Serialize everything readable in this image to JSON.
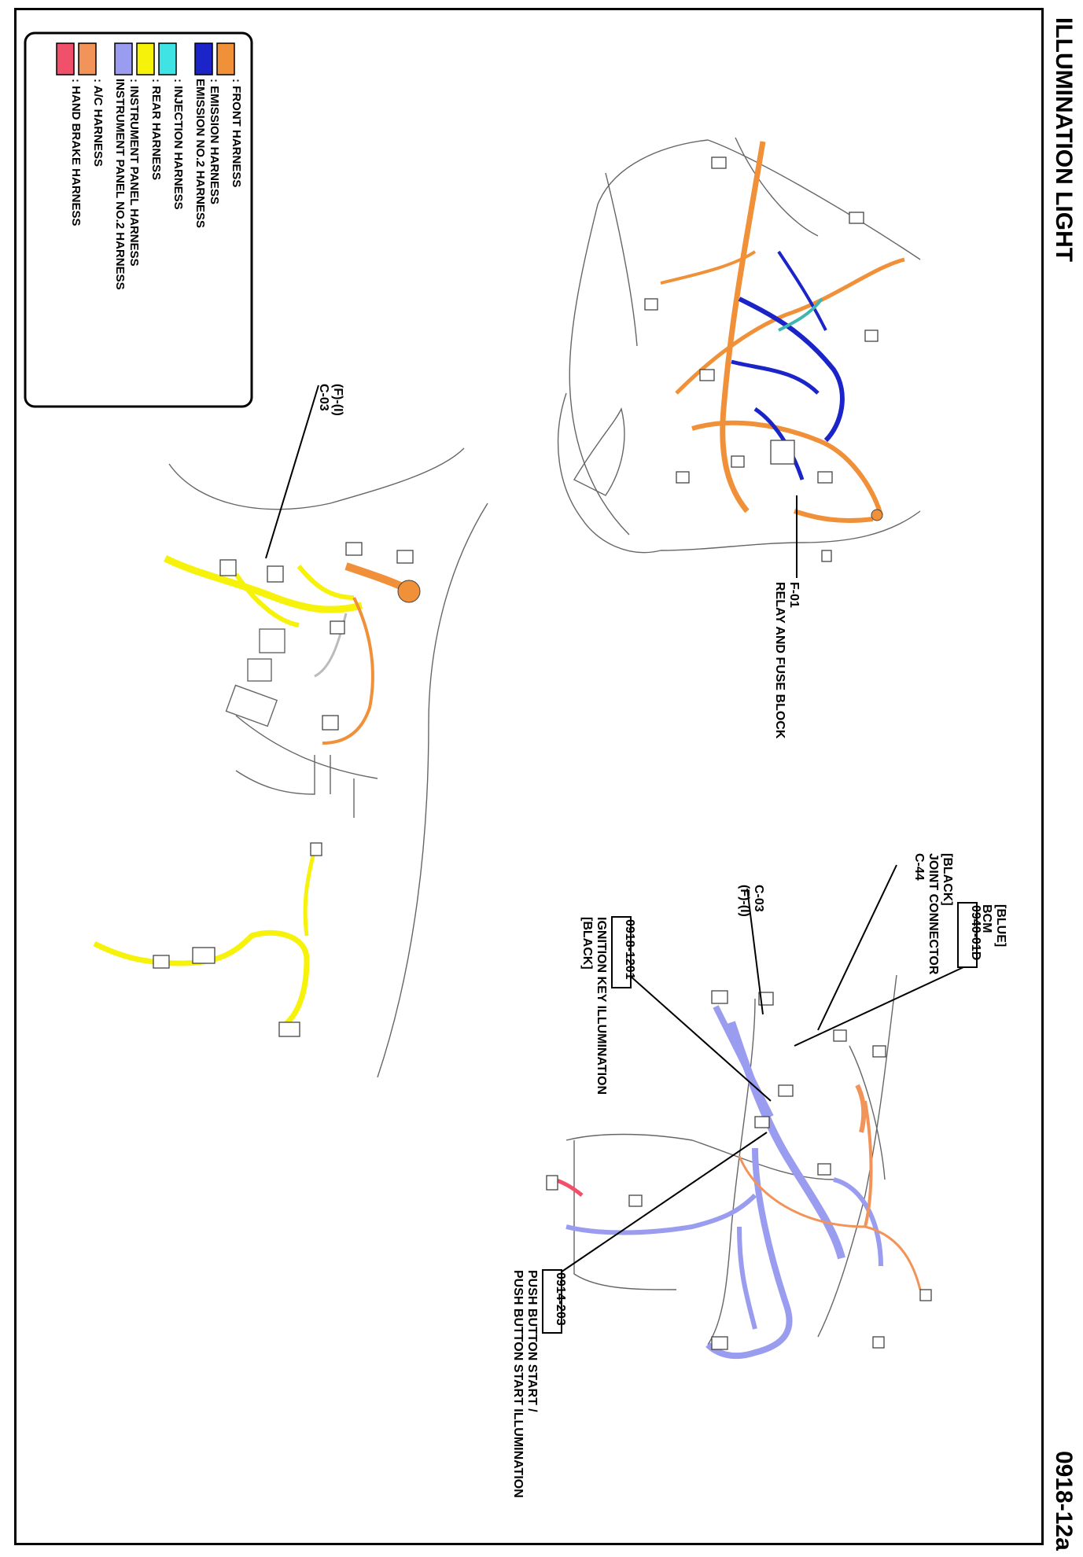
{
  "page": {
    "title": "ILLUMINATION LIGHT",
    "code": "0918-12a"
  },
  "legend": {
    "items": [
      {
        "color": "#f0913a",
        "lines": [
          ": FRONT HARNESS"
        ]
      },
      {
        "color": "#1a24c8",
        "lines": [
          ": EMISSION HARNESS",
          "  EMISSION NO.2 HARNESS"
        ]
      },
      {
        "color": "#3fe3e3",
        "lines": [
          ": INJECTION HARNESS"
        ]
      },
      {
        "color": "#f6f20a",
        "lines": [
          ": REAR HARNESS"
        ]
      },
      {
        "color": "#9a9cf0",
        "lines": [
          ": INSTRUMENT PANEL HARNESS",
          "  INSTRUMENT PANEL NO.2 HARNESS"
        ]
      },
      {
        "color": "#f29459",
        "lines": [
          ": A/C HARNESS"
        ]
      },
      {
        "color": "#f0506a",
        "lines": [
          ": HAND BRAKE HARNESS"
        ]
      }
    ]
  },
  "callouts": {
    "f01": {
      "code": "F-01",
      "name": "RELAY AND FUSE BLOCK"
    },
    "c03_floor": {
      "line1": "(F)-(I)",
      "line2": "C-03"
    },
    "c03_dash": {
      "line1": "C-03",
      "line2": "(F)-(I)"
    },
    "c44": {
      "color": "[BLACK]",
      "name": "JOINT CONNECTOR",
      "code": "C-44"
    },
    "bcm": {
      "color": "[BLUE]",
      "name": "BCM",
      "ref": "0940-01D"
    },
    "ignition": {
      "ref": "0918-1201",
      "name": "IGNITION KEY ILLUMINATION",
      "color": "[BLACK]"
    },
    "push": {
      "ref": "0914-203",
      "line1": "PUSH BUTTON START /",
      "line2": "PUSH BUTTON START ILLUMINATION"
    }
  }
}
